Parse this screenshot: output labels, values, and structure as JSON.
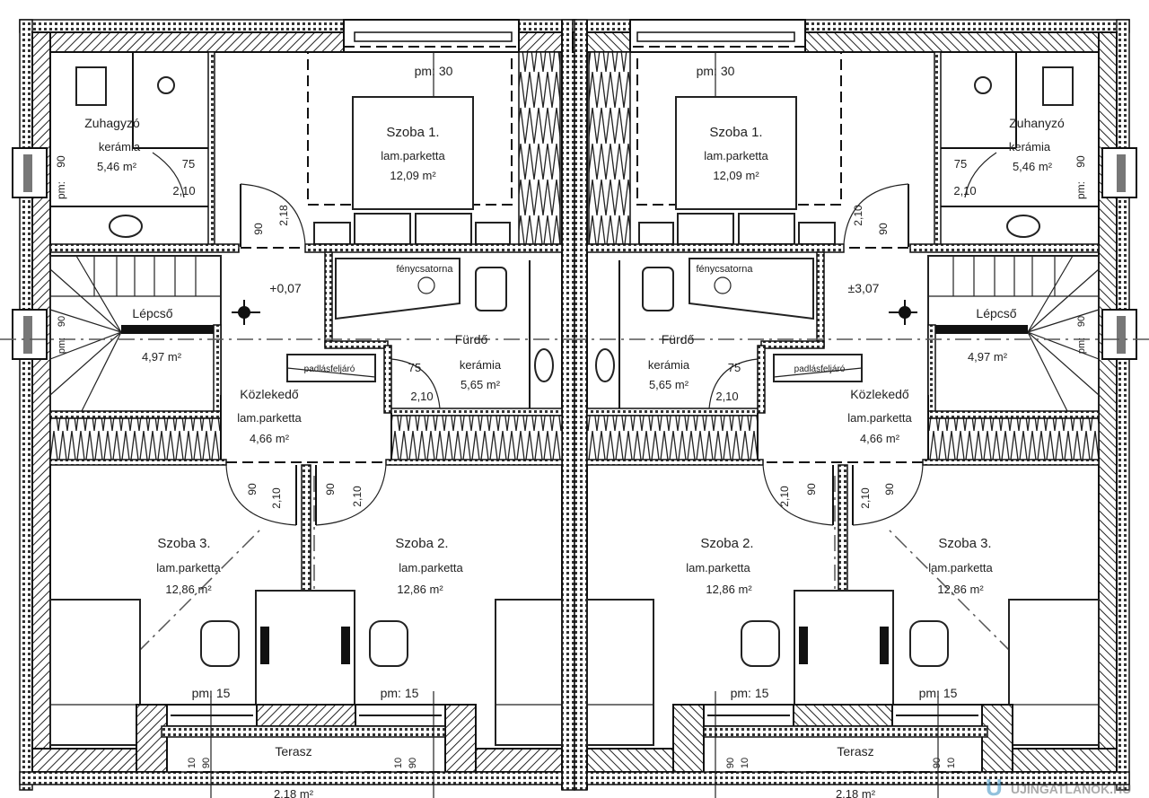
{
  "plan": {
    "units": [
      {
        "pm_top": "pm: 30",
        "szoba1_name": "Szoba 1.",
        "szoba1_floor": "lam.parketta",
        "szoba1_area": "12,09 m²",
        "zuhany_name": "Zuhagyzó",
        "zuhany_floor": "kerámia",
        "zuhany_area": "5,46 m²",
        "zuhany_win_w": "90",
        "zuhany_win_pm": "pm:",
        "zuhany_door_w": "75",
        "zuhany_door_h": "2,10",
        "door1_w": "90",
        "door1_h": "2,18",
        "level": "+0,07",
        "skylight": "fénycsatorna",
        "lepcso_name": "Lépcső",
        "lepcso_area": "4,97 m²",
        "lepcso_win_w": "90",
        "lepcso_win_pm": "pm:",
        "furdo_name": "Fürdő",
        "furdo_floor": "kerámia",
        "furdo_area": "5,65 m²",
        "attic": "padlásfeljáró",
        "furdo_door_w": "75",
        "furdo_door_h": "2,10",
        "kozl_name": "Közlekedő",
        "kozl_floor": "lam.parketta",
        "kozl_area": "4,66 m²",
        "door3_w": "90",
        "door3_h": "2,10",
        "door2_w": "90",
        "door2_h": "2,10",
        "szoba3_name": "Szoba 3.",
        "szoba3_floor": "lam.parketta",
        "szoba3_area": "12,86 m²",
        "szoba2_name": "Szoba 2.",
        "szoba2_floor": "lam.parketta",
        "szoba2_area": "12,86 m²",
        "pm_a": "pm: 15",
        "pm_b": "pm: 15",
        "terasz": "Terasz",
        "t1": "10",
        "t2": "90",
        "t3": "10",
        "t4": "90",
        "terasz_area": "2,18 m²"
      },
      {
        "pm_top": "pm: 30",
        "szoba1_name": "Szoba 1.",
        "szoba1_floor": "lam.parketta",
        "szoba1_area": "12,09 m²",
        "zuhany_name": "Zuhanyzó",
        "zuhany_floor": "kerámia",
        "zuhany_area": "5,46 m²",
        "zuhany_win_w": "90",
        "zuhany_win_pm": "pm:",
        "zuhany_door_w": "75",
        "zuhany_door_h": "2,10",
        "door1_w": "90",
        "door1_h": "2,10",
        "level": "±3,07",
        "skylight": "fénycsatorna",
        "lepcso_name": "Lépcső",
        "lepcso_area": "4,97 m²",
        "lepcso_win_w": "90",
        "lepcso_win_pm": "pm:",
        "furdo_name": "Fürdő",
        "furdo_floor": "kerámia",
        "furdo_area": "5,65 m²",
        "attic": "padlásfeljáró",
        "furdo_door_w": "75",
        "furdo_door_h": "2,10",
        "kozl_name": "Közlekedő",
        "kozl_floor": "lam.parketta",
        "kozl_area": "4,66 m²",
        "door3_w": "90",
        "door3_h": "2,10",
        "door2_w": "90",
        "door2_h": "2,10",
        "szoba3_name": "Szoba 3.",
        "szoba3_floor": "lam.parketta",
        "szoba3_area": "12,86 m²",
        "szoba2_name": "Szoba 2.",
        "szoba2_floor": "lam.parketta",
        "szoba2_area": "12,86 m²",
        "pm_a": "pm: 15",
        "pm_b": "pm: 15",
        "terasz": "Terasz",
        "t1": "10",
        "t2": "90",
        "t3": "10",
        "t4": "90",
        "terasz_area": "2,18 m²"
      }
    ],
    "watermark": "UJINGATLANOK.HU"
  }
}
